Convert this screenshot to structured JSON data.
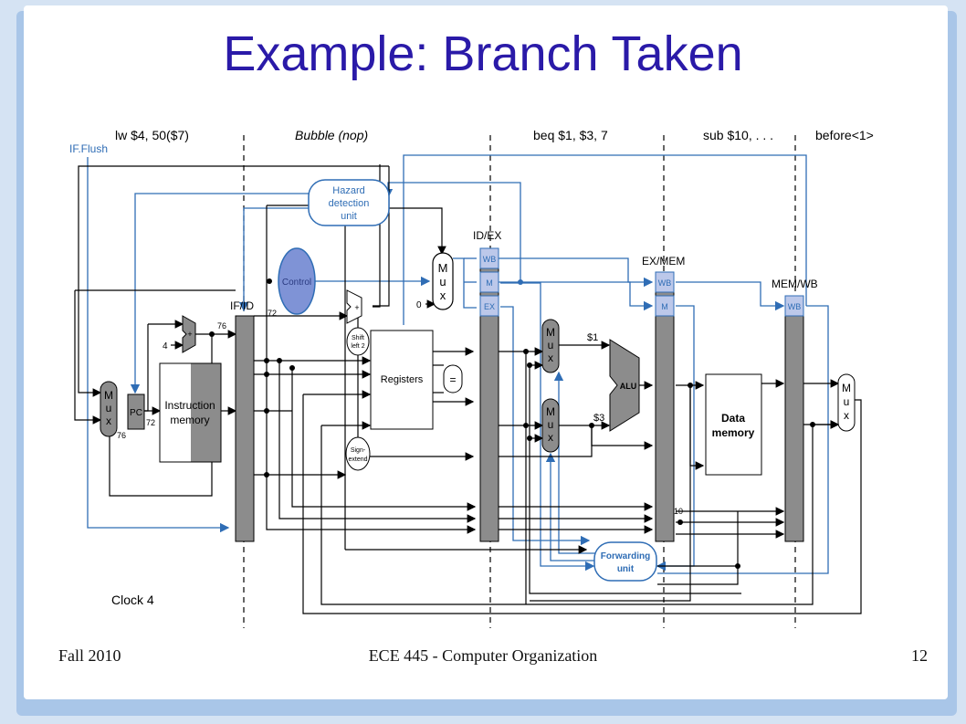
{
  "slide": {
    "title": "Example: Branch Taken",
    "footer_left": "Fall 2010",
    "footer_center": "ECE 445 - Computer Organization",
    "footer_right": "12"
  },
  "diagram": {
    "stage_labels": [
      "lw $4, 50($7)",
      "Bubble (nop)",
      "beq $1, $3, 7",
      "sub $10, . . .",
      "before<1>"
    ],
    "if_flush": "IF.Flush",
    "hazard_unit": [
      "Hazard",
      "detection",
      "unit"
    ],
    "control": "Control",
    "registers": "Registers",
    "instruction_memory": [
      "Instruction",
      "memory"
    ],
    "data_memory": [
      "Data",
      "memory"
    ],
    "forwarding_unit": [
      "Forwarding",
      "unit"
    ],
    "alu": "ALU",
    "pc": "PC",
    "sign_extend": [
      "Sign-",
      "extend"
    ],
    "shift_left": [
      "Shift",
      "left 2"
    ],
    "equals": "=",
    "pipeline_registers": [
      "IF/ID",
      "ID/EX",
      "EX/MEM",
      "MEM/WB"
    ],
    "control_fields": [
      "WB",
      "M",
      "EX"
    ],
    "mux_letters": [
      "M",
      "u",
      "x"
    ],
    "values": {
      "v76a": "76",
      "v72a": "72",
      "v4": "4",
      "v0": "0",
      "v76b": "76",
      "v72b": "72",
      "reg1": "$1",
      "reg3": "$3",
      "v10": "10",
      "plus": "+"
    },
    "clock": "Clock 4"
  }
}
